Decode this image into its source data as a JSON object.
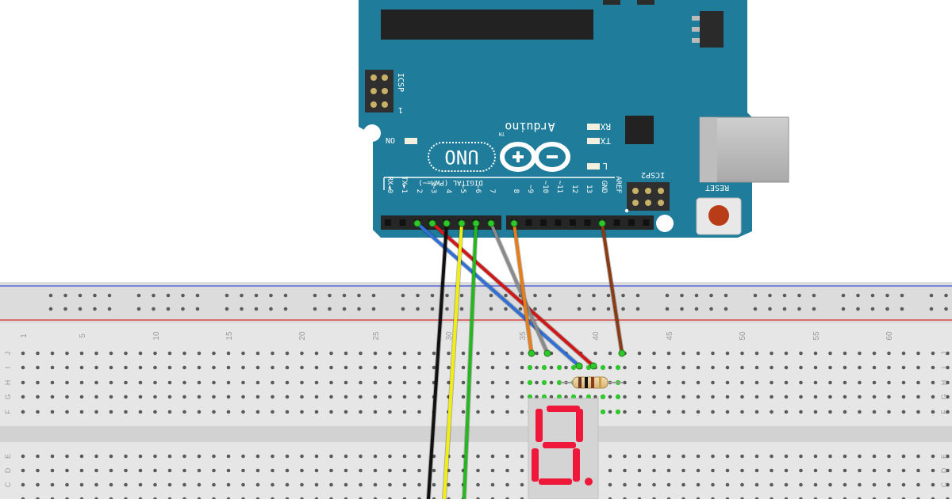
{
  "board": {
    "brand": "Arduino",
    "tm": "TM",
    "model": "UNO",
    "digital_label": "DIGITAL (PWM=~)",
    "rx_label": "RX",
    "tx_label": "TX",
    "l_label": "L",
    "on_label": "ON",
    "icsp_label": "ICSP",
    "icsp_pin_label": "1",
    "icsp2_label": "ICSP2",
    "reset_label": "RESET",
    "pin_labels": [
      "RX◄0",
      "TX►1",
      "2",
      "~3",
      "4",
      "~5",
      "~6",
      "7",
      "8",
      "~9",
      "~10",
      "~11",
      "12",
      "13",
      "GND",
      "AREF"
    ]
  },
  "breadboard": {
    "column_numbers": [
      "1",
      "5",
      "10",
      "15",
      "20",
      "25",
      "30",
      "35",
      "40",
      "45",
      "50",
      "55",
      "60"
    ],
    "upper_row_letters": [
      "J",
      "I",
      "H",
      "G",
      "F"
    ],
    "lower_row_letters": [
      "E",
      "D",
      "C"
    ]
  },
  "display": {
    "digit": "8."
  },
  "colors": {
    "board": "#1f7d9b",
    "wire_blue": "#2f6fd6",
    "wire_red": "#d01818",
    "wire_black": "#111111",
    "wire_yellow": "#f2ee10",
    "wire_green": "#23b81d",
    "wire_gray": "#8a8a8a",
    "wire_orange": "#e67d18",
    "wire_brown": "#8a3a14",
    "segment": "#f0183a"
  }
}
